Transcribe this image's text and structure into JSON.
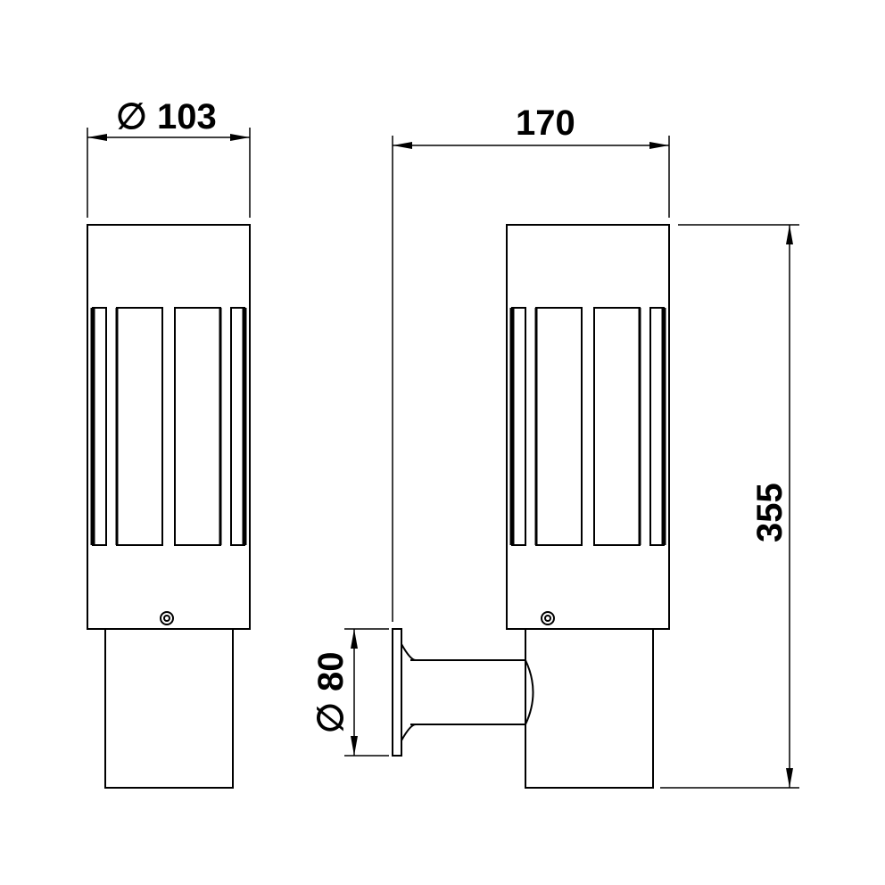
{
  "drawing": {
    "front_view": {
      "diameter_symbol": "∅",
      "diameter_value": "103"
    },
    "side_view": {
      "width_value": "170",
      "height_value": "355",
      "mount_diameter_symbol": "∅",
      "mount_diameter_value": "80"
    },
    "colors": {
      "line": "#000000",
      "background": "#ffffff"
    }
  }
}
